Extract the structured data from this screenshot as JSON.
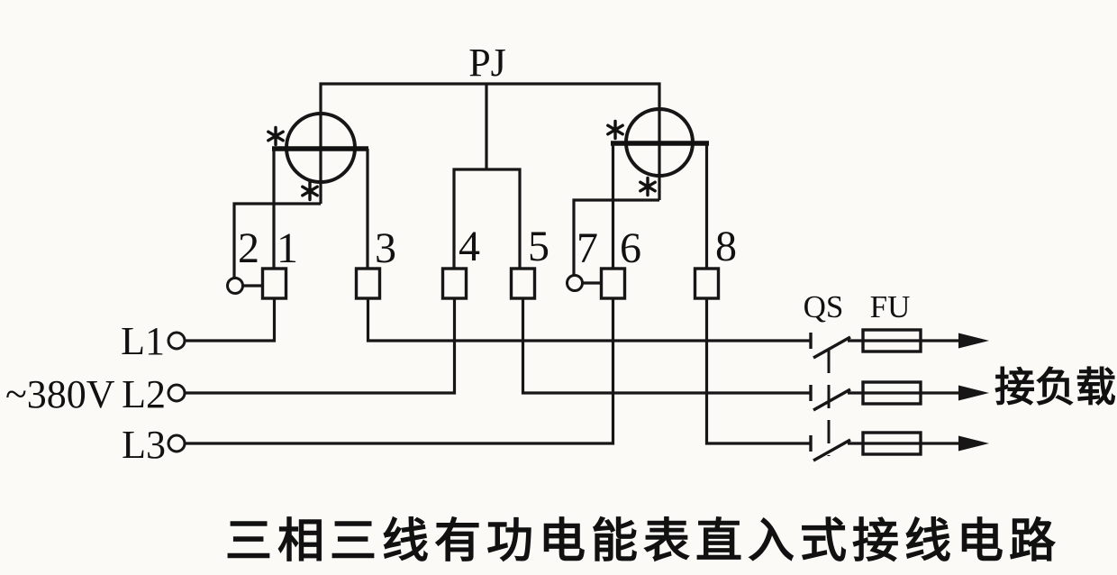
{
  "colors": {
    "ink": "#161616",
    "paper": "#fbfaf7"
  },
  "meter": {
    "label": "PJ",
    "terminal_numbers": [
      "1",
      "2",
      "3",
      "4",
      "5",
      "6",
      "7",
      "8"
    ]
  },
  "source": {
    "system_voltage": "~380V",
    "phase_l1": "L1",
    "phase_l2": "L2",
    "phase_l3": "L3"
  },
  "output": {
    "switch": "QS",
    "fuse": "FU",
    "load": "接负载"
  },
  "caption": "三相三线有功电能表直入式接线电路"
}
